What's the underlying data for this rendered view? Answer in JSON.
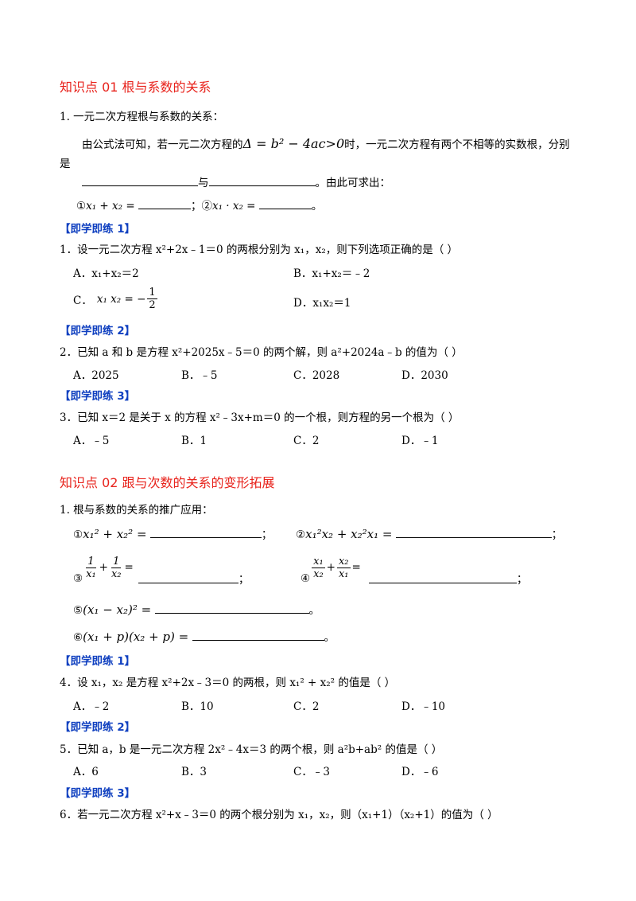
{
  "section1": {
    "title": "知识点 01    根与系数的关系",
    "item1": "1. 一元二次方程根与系数的关系：",
    "para_a": "由公式法可知，若一元二次方程的",
    "formula": "Δ = b² − 4ac>0",
    "para_b": "时，一元二次方程有两个不相等的实数根，分别",
    "para_c": "是",
    "and": "与",
    "para_d": "。由此可求出：",
    "c1": "①",
    "eq_sum": "x₁ + x₂ =",
    "sep": "；②",
    "eq_prod": "x₁ · x₂ =",
    "end": "。"
  },
  "practice": {
    "p1": "【即学即练 1】",
    "p2": "【即学即练 2】",
    "p3": "【即学即练 3】"
  },
  "q1": {
    "stem": "1．设一元二次方程 x²+2x﹣1＝0 的两根分别为 x₁，x₂，则下列选项正确的是（        ）",
    "A": "A．x₁+x₂＝2",
    "B": "B．x₁+x₂＝﹣2",
    "C_label": "C．",
    "C_expr": "x₁ x₂ = −",
    "C_num": "1",
    "C_den": "2",
    "D": "D．x₁x₂＝1"
  },
  "q2": {
    "stem": "2．已知 a 和 b 是方程 x²+2025x﹣5＝0 的两个解，则 a²+2024a﹣b 的值为（        ）",
    "A": "A．2025",
    "B": "B．﹣5",
    "C": "C．2028",
    "D": "D．2030"
  },
  "q3": {
    "stem": "3．已知 x＝2 是关于 x 的方程 x²﹣3x+m＝0 的一个根，则方程的另一个根为（        ）",
    "A": "A．﹣5",
    "B": "B．1",
    "C": "C．2",
    "D": "D．﹣1"
  },
  "section2": {
    "title": "知识点 02    跟与次数的关系的变形拓展",
    "item1": "1. 根与系数的关系的推广应用：",
    "f1_c": "①",
    "f1": "x₁² + x₂² =",
    "f2_c": "②",
    "f2": "x₁²x₂ + x₂²x₁ =",
    "f3_c": "③",
    "f3_n1": "1",
    "f3_d1": "x₁",
    "f3_n2": "1",
    "f3_d2": "x₂",
    "f4_c": "④",
    "f4_n1": "x₁",
    "f4_d1": "x₂",
    "f4_n2": "x₂",
    "f4_d2": "x₁",
    "f5_c": "⑤",
    "f5": "(x₁ − x₂)² =",
    "f6_c": "⑥",
    "f6": "(x₁ + p)(x₂ + p) =",
    "plus": "+",
    "eq": "=",
    "semi": "；",
    "end": "。"
  },
  "q4": {
    "stem": "4．设 x₁，x₂ 是方程 x²+2x﹣3＝0 的两根，则 x₁² + x₂² 的值是（        ）",
    "A": "A．﹣2",
    "B": "B．10",
    "C": "C．2",
    "D": "D．﹣10"
  },
  "q5": {
    "stem": "5．已知 a，b 是一元二次方程 2x²﹣4x＝3 的两个根，则 a²b+ab² 的值是（        ）",
    "A": "A．6",
    "B": "B．3",
    "C": "C．﹣3",
    "D": "D．﹣6"
  },
  "q6": {
    "stem": "6．若一元二次方程 x²+x﹣3＝0 的两个根分别为 x₁，x₂，则（x₁+1）（x₂+1）的值为（        ）"
  }
}
